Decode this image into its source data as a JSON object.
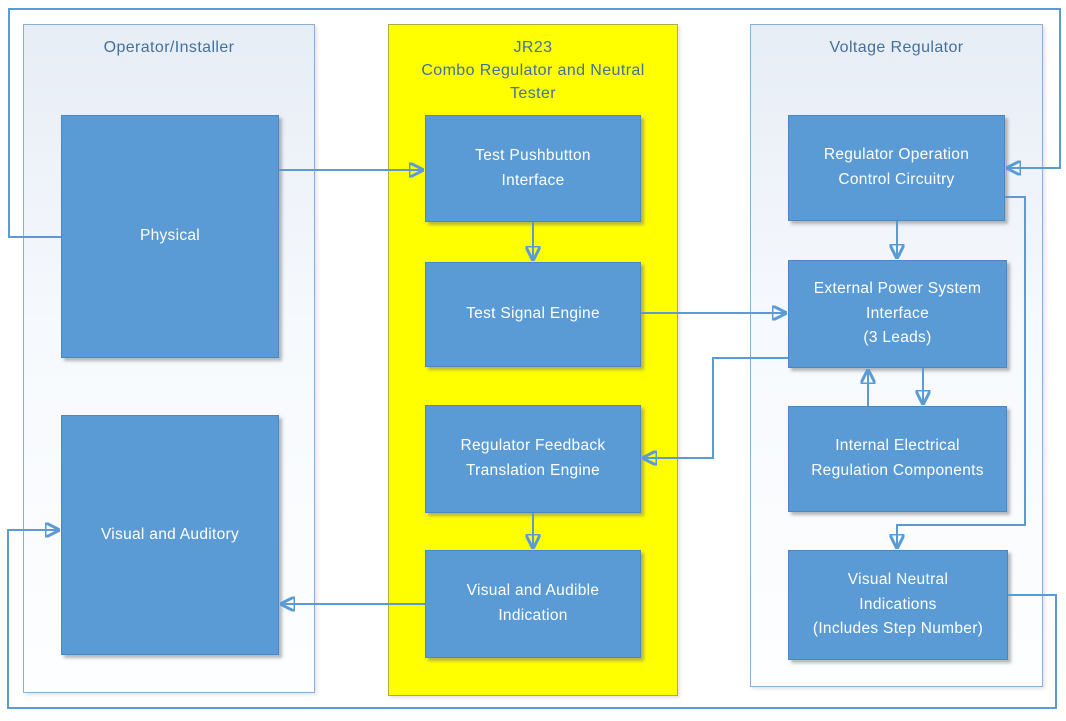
{
  "colors": {
    "accent": "#5b9bd5",
    "connector": "#5b9bd5",
    "panel-yellow": "#ffff00",
    "panel-border": "#8eafd4",
    "yellow-border": "#a9b13f",
    "title-text": "#44709d",
    "box-text": "#ffffff"
  },
  "panels": [
    {
      "title": "Operator/Installer",
      "boxes": [
        {
          "label": "Physical"
        },
        {
          "label": "Visual and Auditory"
        }
      ]
    },
    {
      "title": "JR23\nCombo Regulator and Neutral\nTester",
      "boxes": [
        {
          "label": "Test Pushbutton\nInterface"
        },
        {
          "label": "Test Signal Engine"
        },
        {
          "label": "Regulator Feedback\nTranslation Engine"
        },
        {
          "label": "Visual and Audible\nIndication"
        }
      ]
    },
    {
      "title": "Voltage Regulator",
      "boxes": [
        {
          "label": "Regulator Operation\nControl Circuitry"
        },
        {
          "label": "External Power System\nInterface\n(3 Leads)"
        },
        {
          "label": "Internal Electrical\nRegulation Components"
        },
        {
          "label": "Visual Neutral\nIndications\n(Includes Step Number)"
        }
      ]
    }
  ],
  "connections": [
    {
      "from": "Physical",
      "to": "Test Pushbutton Interface"
    },
    {
      "from": "Physical",
      "to": "Regulator Operation Control Circuitry"
    },
    {
      "from": "Test Pushbutton Interface",
      "to": "Test Signal Engine"
    },
    {
      "from": "Test Signal Engine",
      "to": "External Power System Interface (3 Leads)"
    },
    {
      "from": "External Power System Interface (3 Leads)",
      "to": "Regulator Feedback Translation Engine"
    },
    {
      "from": "Regulator Feedback Translation Engine",
      "to": "Visual and Audible Indication"
    },
    {
      "from": "Visual and Audible Indication",
      "to": "Visual and Auditory"
    },
    {
      "from": "Regulator Operation Control Circuitry",
      "to": "External Power System Interface (3 Leads)"
    },
    {
      "from": "External Power System Interface (3 Leads)",
      "to": "Internal Electrical Regulation Components"
    },
    {
      "from": "Internal Electrical Regulation Components",
      "to": "External Power System Interface (3 Leads)"
    },
    {
      "from": "Regulator Operation Control Circuitry",
      "to": "Visual Neutral Indications (Includes Step Number)"
    },
    {
      "from": "Visual Neutral Indications (Includes Step Number)",
      "to": "Visual and Auditory"
    }
  ]
}
